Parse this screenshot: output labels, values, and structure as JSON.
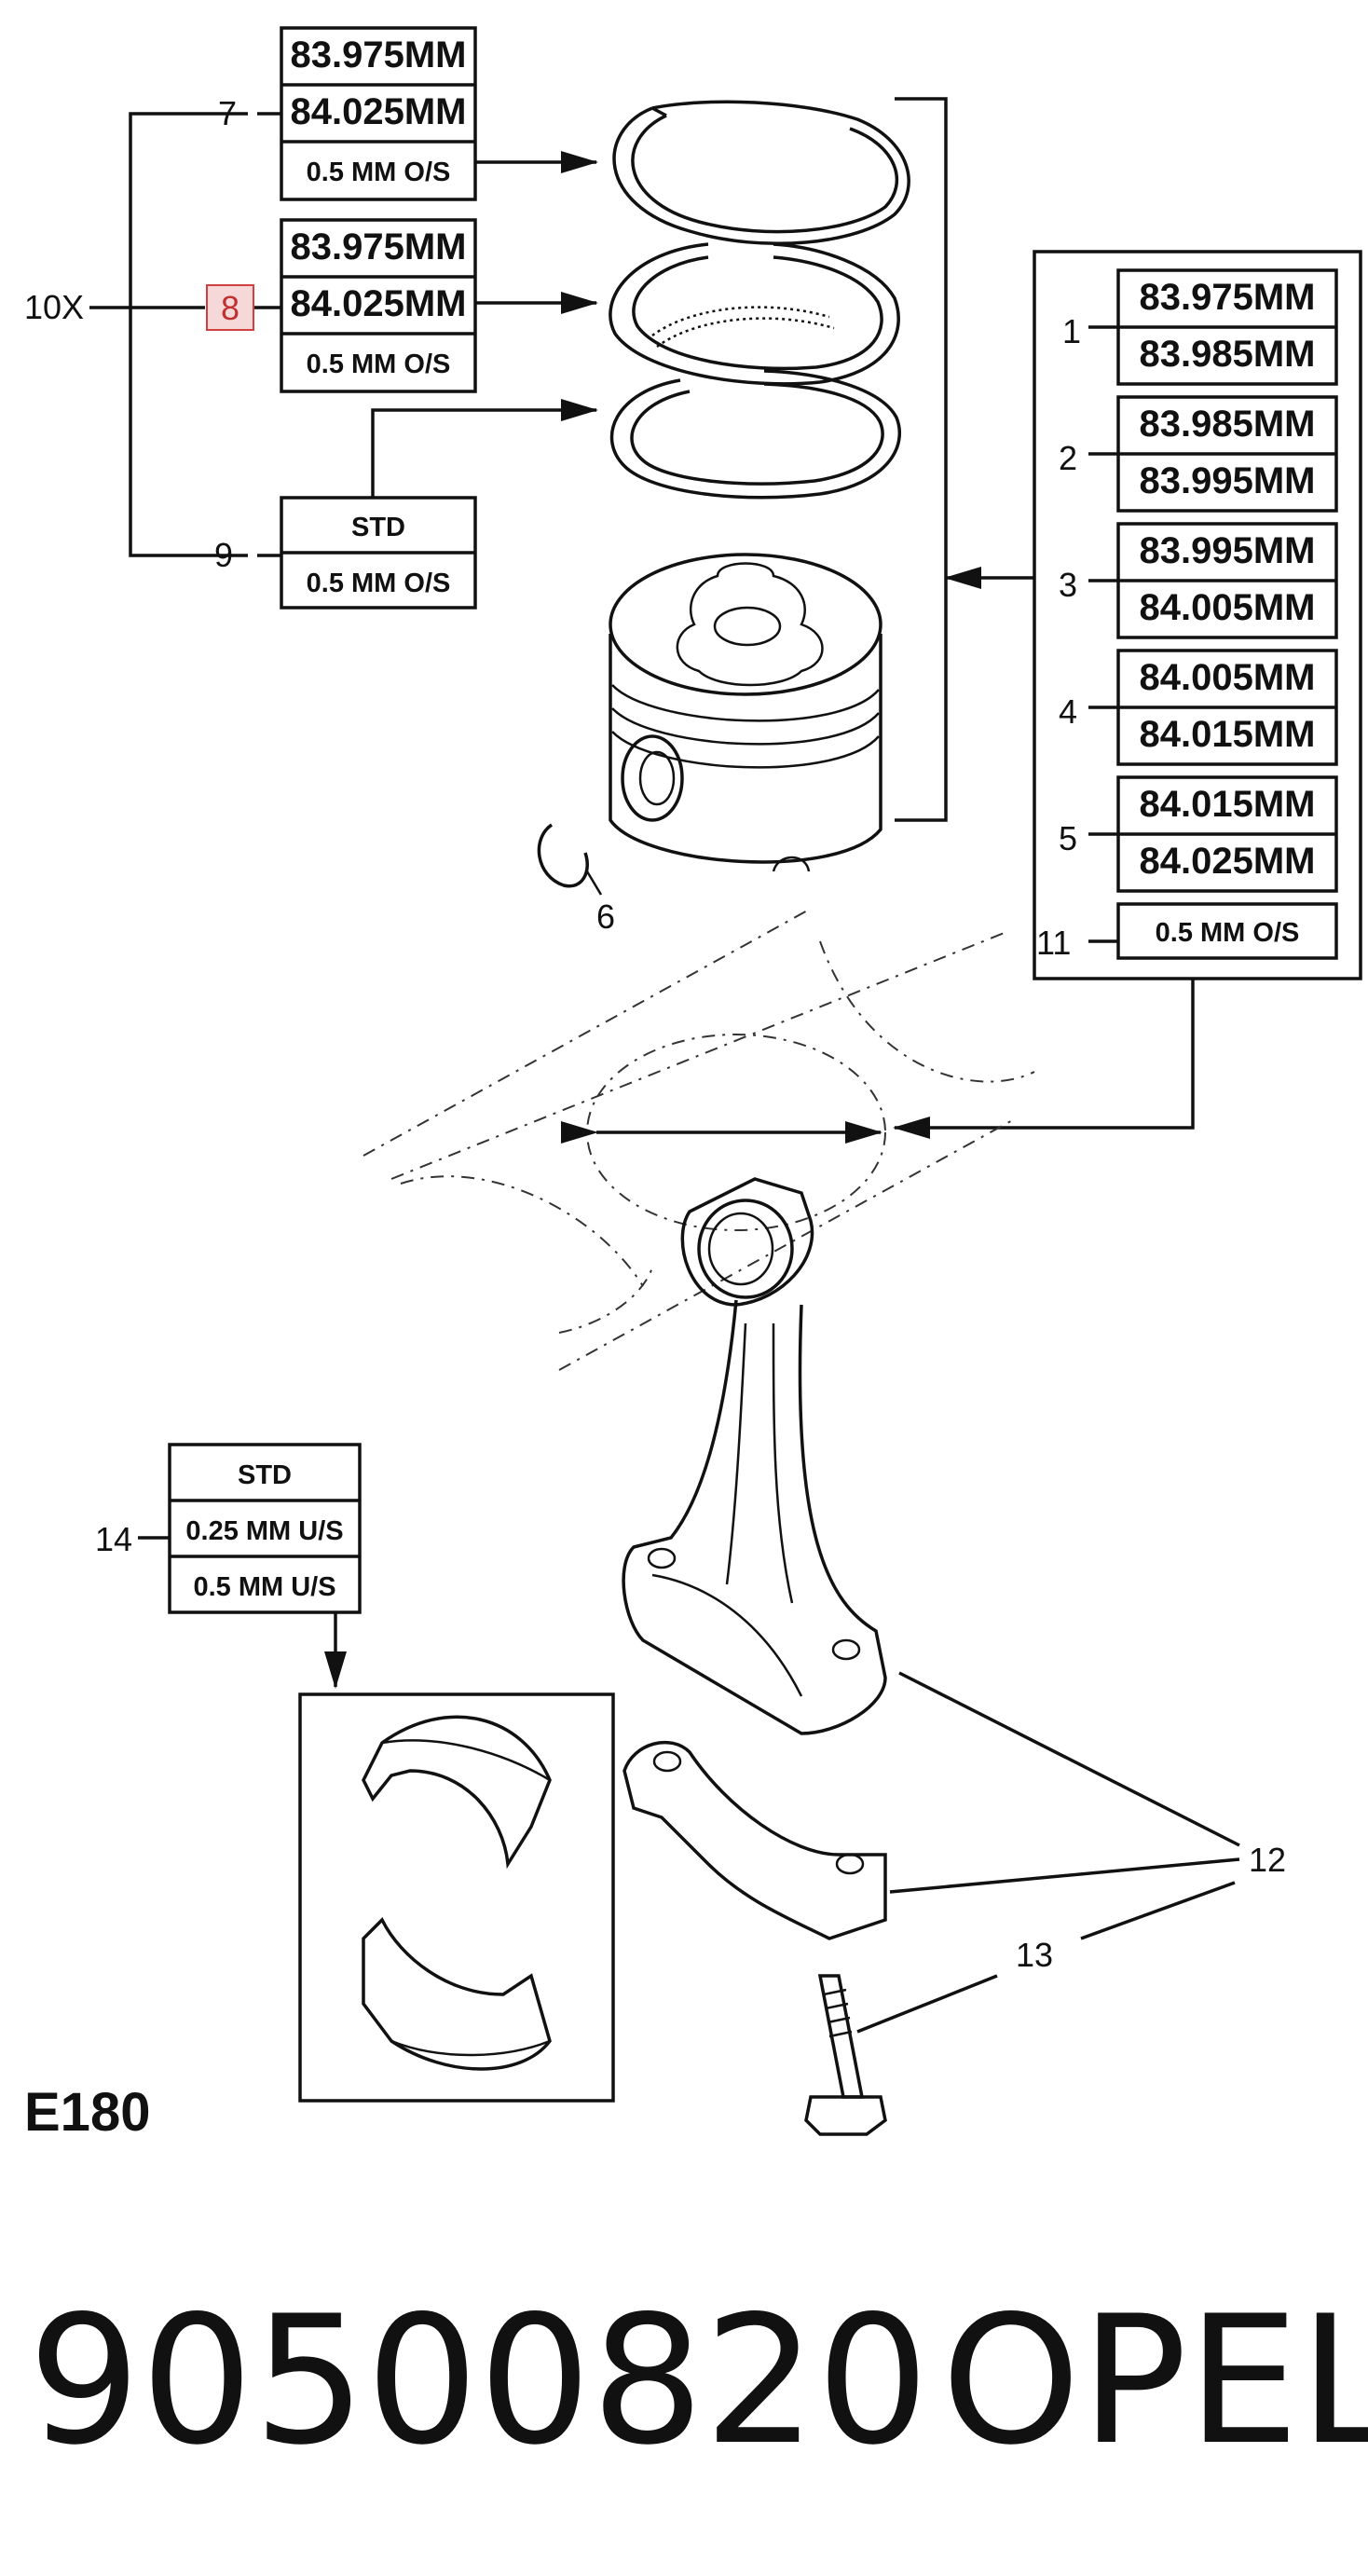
{
  "callouts": {
    "c1": "1",
    "c2": "2",
    "c3": "3",
    "c4": "4",
    "c5": "5",
    "c6": "6",
    "c7": "7",
    "c8": "8",
    "c9": "9",
    "c10": "10X",
    "c11": "11",
    "c12": "12",
    "c13": "13",
    "c14": "14"
  },
  "ring7": {
    "r1": "83.975MM",
    "r2": "84.025MM",
    "r3": "0.5 MM O/S"
  },
  "ring8": {
    "r1": "83.975MM",
    "r2": "84.025MM",
    "r3": "0.5 MM O/S"
  },
  "ring9": {
    "r1": "STD",
    "r2": "0.5 MM O/S"
  },
  "pistons": [
    {
      "id": "1",
      "a": "83.975MM",
      "b": "83.985MM"
    },
    {
      "id": "2",
      "a": "83.985MM",
      "b": "83.995MM"
    },
    {
      "id": "3",
      "a": "83.995MM",
      "b": "84.005MM"
    },
    {
      "id": "4",
      "a": "84.005MM",
      "b": "84.015MM"
    },
    {
      "id": "5",
      "a": "84.015MM",
      "b": "84.025MM"
    }
  ],
  "piston11": "0.5 MM O/S",
  "bearing14": {
    "r1": "STD",
    "r2": "0.25 MM U/S",
    "r3": "0.5 MM U/S"
  },
  "diagram_code": "E180",
  "part_number": "90500820",
  "brand": "OPEL",
  "colors": {
    "highlight_fill": "#f6d8d8",
    "highlight_stroke": "#d04040",
    "highlight_text": "#c03030"
  }
}
